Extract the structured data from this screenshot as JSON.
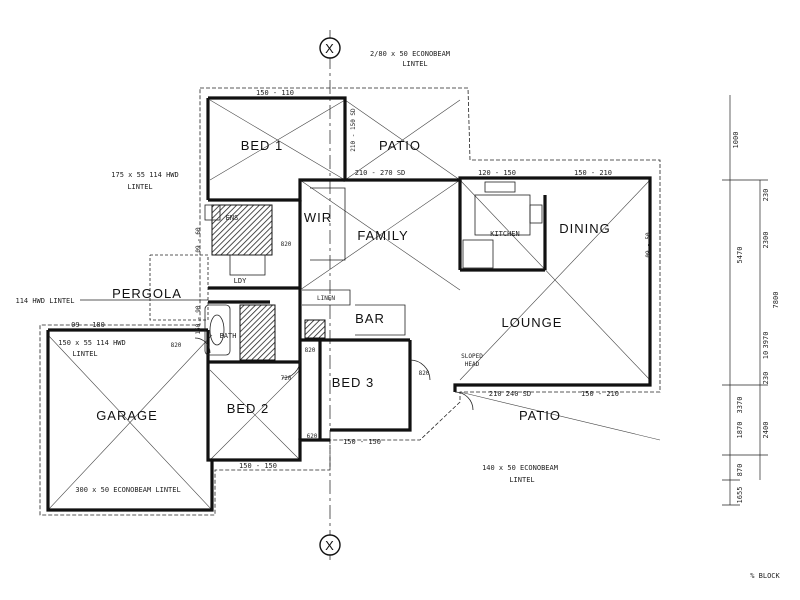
{
  "rooms": {
    "bed1": "BED  1",
    "patio_top": "PATIO",
    "family": "FAMILY",
    "kitchen": "KITCHEN",
    "dining": "DINING",
    "lounge": "LOUNGE",
    "bar": "BAR",
    "bed3": "BED 3",
    "bed2": "BED  2",
    "garage": "GARAGE",
    "patio_bottom": "PATIO",
    "pergola": "PERGOLA",
    "wir": "WIR",
    "bath": "BATH",
    "ens": "ENS",
    "ldy": "LDY",
    "linen": "LINEN"
  },
  "annotations": {
    "lintel_top": "2/80 x 50  ECONOBEAM",
    "lintel_top_2": "LINTEL",
    "lintel_left": "175 x 55  114 HWD",
    "lintel_left_2": "LINTEL",
    "lintel_pergola": "114 HWD  LINTEL",
    "lintel_garage_side": "150 x 55  114 HWD",
    "lintel_garage_side_2": "LINTEL",
    "lintel_garage": "300 x 50  ECONOBEAM  LINTEL",
    "lintel_bottom": "140 x 50  ECONOBEAM",
    "lintel_bottom_2": "LINTEL",
    "slopped_head": "SLOPED",
    "slopped_head_2": "HEAD",
    "section_marker": "X",
    "footer": "% BLOCK"
  },
  "dimensions": {
    "d_150_110": "150 - 110",
    "d_210_150_sd": "210 - 150  SD",
    "d_210_270_sd": "210 - 270  SD",
    "d_120_150": "120 - 150",
    "d_150_210": "150 - 210",
    "d_210_240_sd": "210  240  SD",
    "d_150_210_b": "150 - 210",
    "d_150_150": "150 - 150",
    "d_150_150_b": "150 - 150",
    "d_09_180": "09 - 180",
    "d_09_60": "09 - 60",
    "d_820": "820",
    "d_820_b": "820",
    "d_820_c": "820",
    "d_820_d": "820",
    "d_720": "720",
    "d_620": "620",
    "v_1000": "1000",
    "v_2300": "2300",
    "v_5470": "5470",
    "v_7800": "7800",
    "v_3970": "3970",
    "v_3370": "3370",
    "v_1870": "1870",
    "v_2400": "2400",
    "v_1655": "1655",
    "v_870": "870",
    "v_230": "230",
    "v_230_b": "230",
    "v_10": "10",
    "v_09_50": "09 - 50",
    "v_150_90": "150 - 90"
  }
}
